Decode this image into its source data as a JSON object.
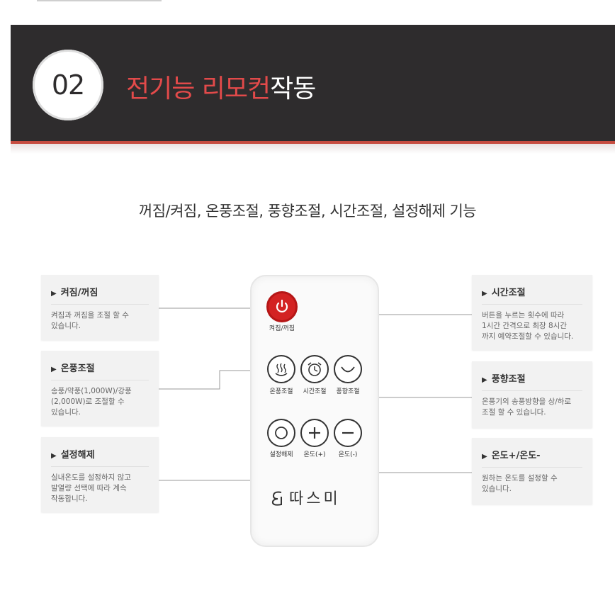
{
  "header": {
    "number": "02",
    "title_red": "전기능 리모컨",
    "title_white": "작동"
  },
  "subtitle": "꺼짐/켜짐, 온풍조절, 풍향조절, 시간조절, 설정해제 기능",
  "cards": {
    "power": {
      "title": "켜짐/꺼짐",
      "desc": "켜짐과 꺼짐을 조절 할 수\n있습니다."
    },
    "warm": {
      "title": "온풍조절",
      "desc": "송풍/약풍(1,000W)/강풍\n(2,000W)로 조절할 수\n있습니다."
    },
    "release": {
      "title": "설정해제",
      "desc": "실내온도를 설정하지 않고\n발열량 선택에 따라 계속\n작동합니다."
    },
    "timer": {
      "title": "시간조절",
      "desc": "버튼을 누르는 횟수에 따라\n1시간 간격으로 최장 8시간\n까지 예약조절할 수 있습니다."
    },
    "direction": {
      "title": "풍향조절",
      "desc": "온풍기의 송풍방향을 상/하로\n조절 할 수 있습니다."
    },
    "temp": {
      "title": "온도+/온도-",
      "desc": "원하는 온도를 설정할 수\n있습니다."
    }
  },
  "remote": {
    "power_label": "켜짐/꺼짐",
    "warm_label": "온풍조절",
    "timer_label": "시간조절",
    "direction_label": "풍향조절",
    "release_label": "설정해제",
    "temp_up_label": "온도(+)",
    "temp_down_label": "온도(-)",
    "brand": "따스미"
  },
  "icons": {
    "power": "power-icon",
    "warm": "heat-waves-icon",
    "timer": "alarm-clock-icon",
    "direction": "swing-arc-icon",
    "release": "circle-icon",
    "plus": "plus-icon",
    "minus": "minus-icon",
    "brand_logo": "brand-logo-icon"
  },
  "colors": {
    "header_bg": "#2e2c2d",
    "accent_red": "#e24a4a",
    "power_red": "#d32222",
    "card_bg": "#f2f2f2"
  }
}
